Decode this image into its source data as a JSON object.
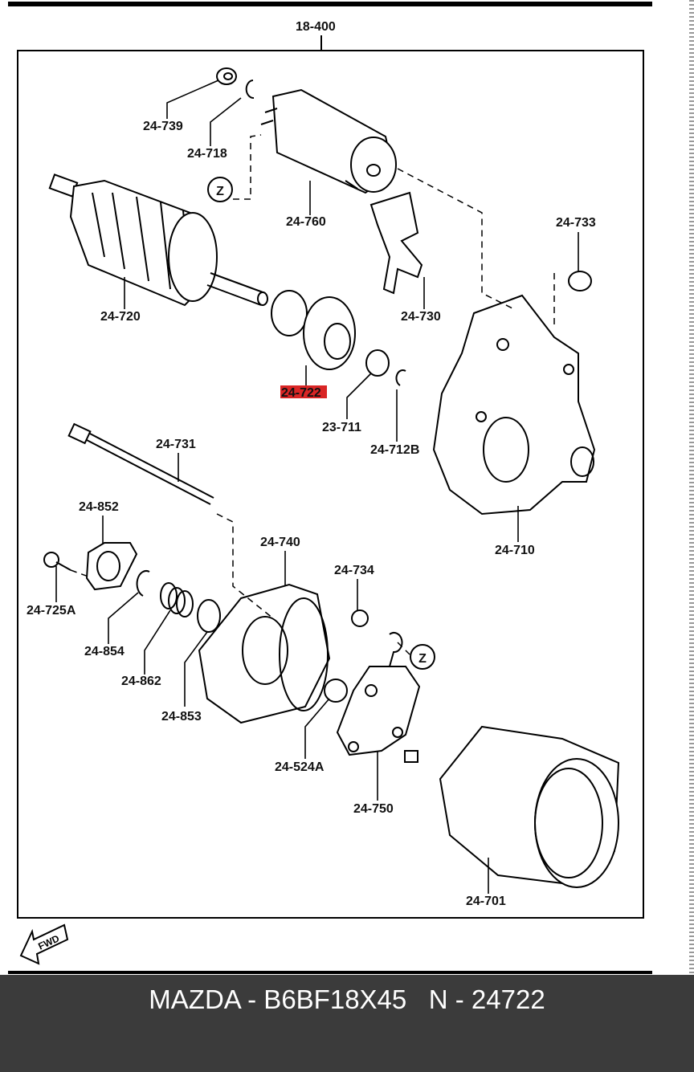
{
  "diagram": {
    "group_label": "18-400",
    "parts": {
      "p24739": "24-739",
      "p24718": "24-718",
      "p24760": "24-760",
      "p24733": "24-733",
      "p24720": "24-720",
      "p24730": "24-730",
      "p24722": "24-722",
      "p23711": "23-711",
      "p24712B": "24-712B",
      "p24731": "24-731",
      "p24852": "24-852",
      "p24740": "24-740",
      "p24710": "24-710",
      "p24734": "24-734",
      "p24725A": "24-725A",
      "p24854": "24-854",
      "p24862": "24-862",
      "p24853": "24-853",
      "p24524A": "24-524A",
      "p24750": "24-750",
      "p24701": "24-701"
    },
    "ref_marker": "Z",
    "fwd_label": "FWD",
    "highlight_color": "#d92525"
  },
  "footer": {
    "text": "MAZDA - B6BF18X45   N - 24722"
  }
}
